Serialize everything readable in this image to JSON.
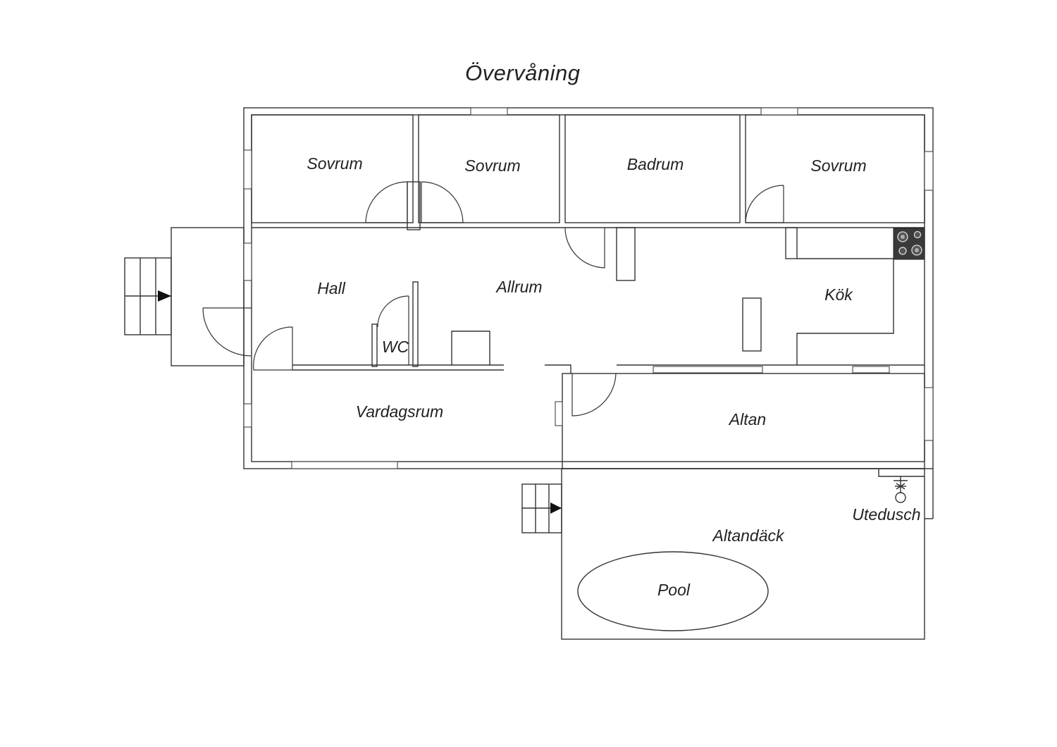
{
  "plan": {
    "title": "Övervåning",
    "rooms": {
      "sovrum_1": "Sovrum",
      "sovrum_2": "Sovrum",
      "badrum": "Badrum",
      "sovrum_3": "Sovrum",
      "hall": "Hall",
      "allrum": "Allrum",
      "kok": "Kök",
      "wc": "WC",
      "vardagsrum": "Vardagsrum",
      "altan": "Altan",
      "altandack": "Altandäck",
      "utedusch": "Utedusch",
      "pool": "Pool"
    },
    "icons": {
      "stove": "stove-icon",
      "stairs": "stairs-icon",
      "shower": "shower-icon"
    },
    "colors": {
      "wall": "#333333",
      "stove": "#3a3a3a",
      "text": "#222222"
    }
  }
}
